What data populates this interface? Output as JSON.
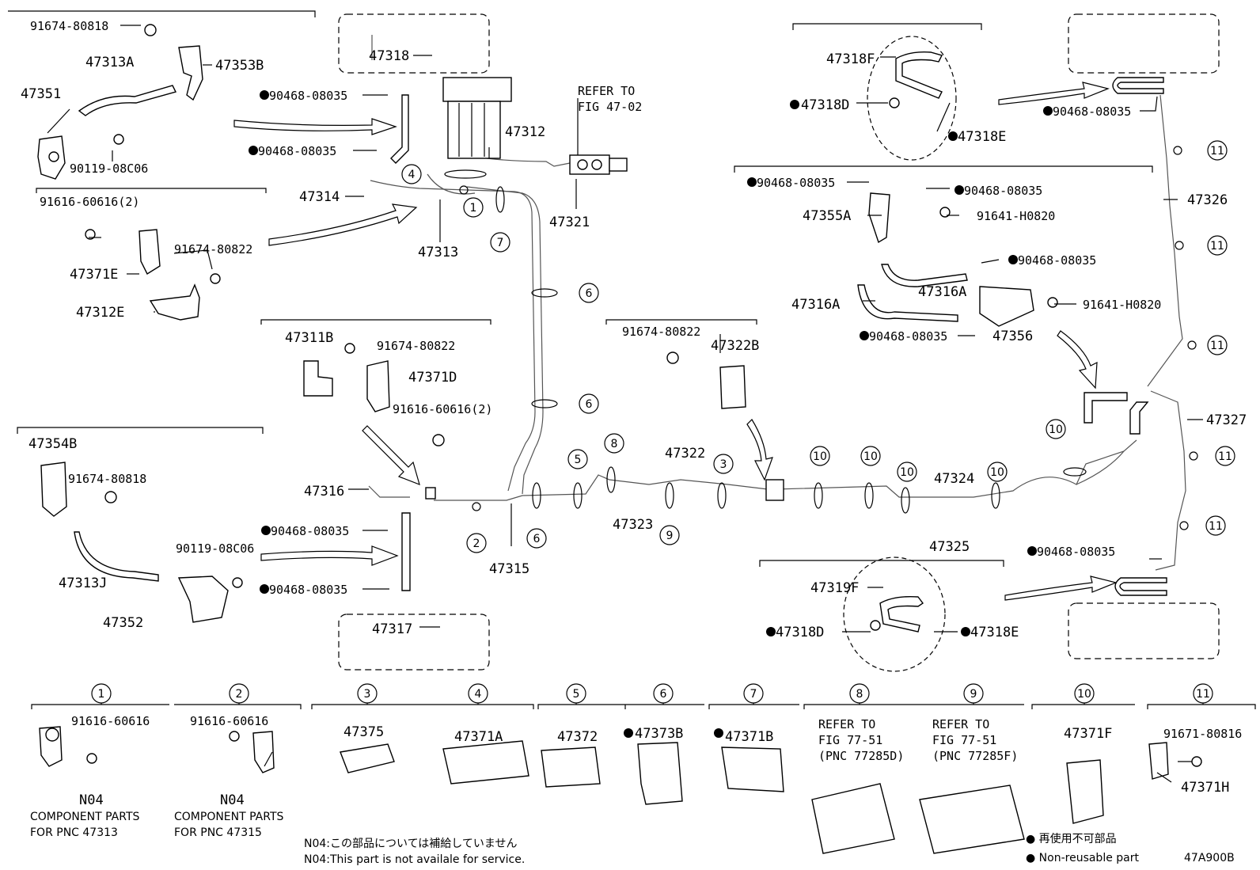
{
  "labels": {
    "p91674_80818_a": "91674-80818",
    "p47313A": "47313A",
    "p47353B": "47353B",
    "p47351": "47351",
    "p90119_08C06_a": "90119-08C06",
    "p91616_60616_2_a": "91616-60616(2)",
    "p91674_80822_a": "91674-80822",
    "p47371E": "47371E",
    "p47312E": "47312E",
    "p47318": "47318",
    "p90468_a": "90468-08035",
    "p90468_b": "90468-08035",
    "p47314": "47314",
    "p47313": "47313",
    "p47312": "47312",
    "p47321": "47321",
    "refer_fig": "REFER TO",
    "refer_fig2": "FIG 47-02",
    "p47311B": "47311B",
    "p91674_80822_b": "91674-80822",
    "p47371D": "47371D",
    "p91616_60616_2_b": "91616-60616(2)",
    "p47354B": "47354B",
    "p91674_80818_b": "91674-80818",
    "p47313J": "47313J",
    "p90119_08C06_b": "90119-08C06",
    "p47352": "47352",
    "p47316": "47316",
    "p90468_c": "90468-08035",
    "p90468_d": "90468-08035",
    "p47317": "47317",
    "p47315": "47315",
    "p91674_80822_c": "91674-80822",
    "p47322B": "47322B",
    "p47322": "47322",
    "p47323": "47323",
    "p47324": "47324",
    "p47325": "47325",
    "p47318F": "47318F",
    "p47318D_a": "47318D",
    "p47318E_a": "47318E",
    "p90468_e": "90468-08035",
    "p90468_f": "90468-08035",
    "p47355A": "47355A",
    "p91641_H0820_a": "91641-H0820",
    "p90468_g": "90468-08035",
    "p47316A": "47316A",
    "p47316A_b": "47316A",
    "p91641_H0820_b": "91641-H0820",
    "p90468_h": "90468-08035",
    "p47356": "47356",
    "p90468_i": "90468-08035",
    "p47326": "47326",
    "p47327": "47327",
    "p90468_j": "90468-08035",
    "p47319F": "47319F",
    "p47318D_b": "47318D",
    "p47318E_b": "47318E"
  },
  "callouts": [
    "1",
    "2",
    "3",
    "4",
    "5",
    "6",
    "7",
    "8",
    "9",
    "10",
    "11"
  ],
  "legend": {
    "c1_part": "91616-60616",
    "c1_code": "N04",
    "c1_desc1": "COMPONENT PARTS",
    "c1_desc2": "FOR PNC 47313",
    "c2_part": "91616-60616",
    "c2_code": "N04",
    "c2_desc1": "COMPONENT PARTS",
    "c2_desc2": "FOR PNC 47315",
    "c3_part": "47375",
    "c4_part": "47371A",
    "c5_part": "47372",
    "c6_part": "47373B",
    "c7_part": "47371B",
    "c8_ref1": "REFER TO",
    "c8_ref2": "FIG 77-51",
    "c8_ref3": "(PNC 77285D)",
    "c9_ref1": "REFER TO",
    "c9_ref2": "FIG 77-51",
    "c9_ref3": "(PNC 77285F)",
    "c10_part": "47371F",
    "c11_part1": "91671-80816",
    "c11_part2": "47371H"
  },
  "notes": {
    "n04_jp": "N04:この部品については補給していません",
    "n04_en": "N04:This part is not availale for service.",
    "nonreuse_jp": "● 再使用不可部品",
    "nonreuse_en": "● Non-reusable part",
    "figure_code": "47A900B"
  }
}
